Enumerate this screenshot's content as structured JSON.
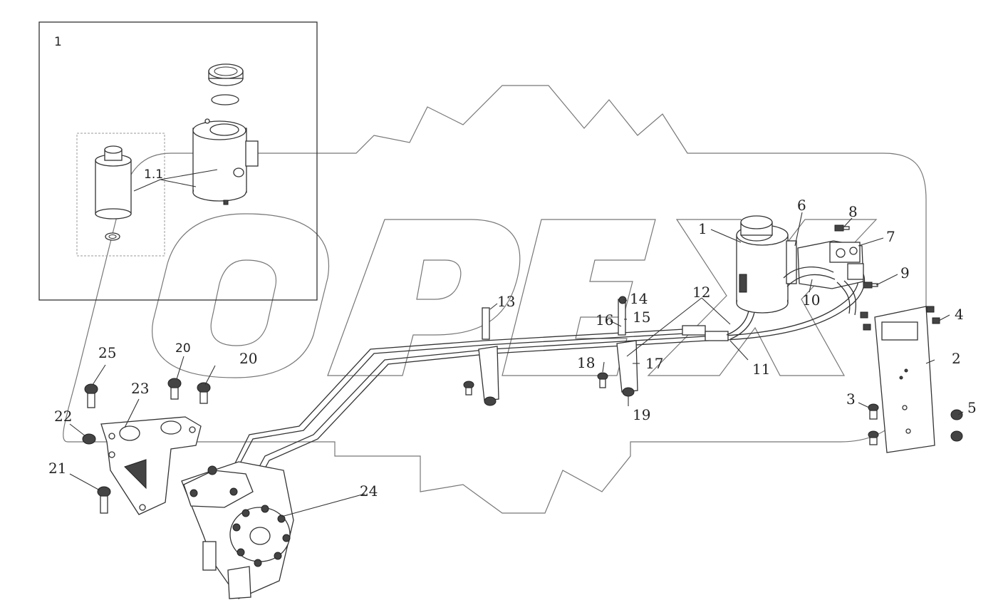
{
  "diagram": {
    "inset_label": "1",
    "inset_sub_label": "1.1",
    "watermark_text": "OPEX",
    "callouts": {
      "c1": "1",
      "c2": "2",
      "c3": "3",
      "c4": "4",
      "c5": "5",
      "c6": "6",
      "c7": "7",
      "c8": "8",
      "c9": "9",
      "c10": "10",
      "c11": "11",
      "c12": "12",
      "c13": "13",
      "c14": "14",
      "c15": "15",
      "c16": "16",
      "c17": "17",
      "c18": "18",
      "c19": "19",
      "c20a": "20",
      "c20b": "20",
      "c21": "21",
      "c22": "22",
      "c23": "23",
      "c24": "24",
      "c25": "25"
    }
  }
}
